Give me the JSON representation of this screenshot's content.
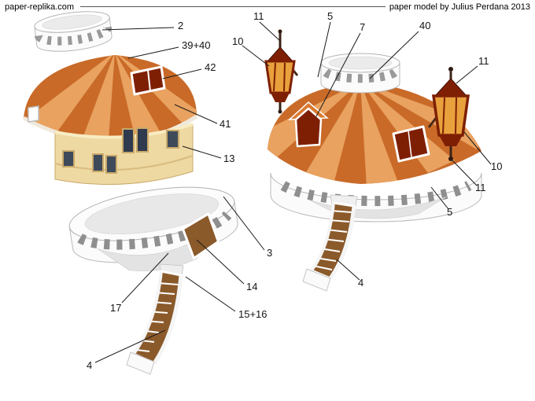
{
  "header": {
    "site": "paper-replika.com",
    "credit": "paper model by Julius Perdana 2013"
  },
  "diagram": {
    "description": "exploded and assembled views of a paper model round tree-house with striped dome roof, balustrade rings, lanterns and curved staircase",
    "exploded_labels": [
      "2",
      "39+40",
      "42",
      "41",
      "13",
      "3",
      "14",
      "15+16",
      "17",
      "4"
    ],
    "assembled_labels": [
      "11",
      "5",
      "7",
      "40",
      "10",
      "11",
      "10",
      "11",
      "5",
      "4"
    ]
  },
  "colors": {
    "roof_dark": "#C96A28",
    "roof_light": "#E9A260",
    "wall_cream": "#EED9A2",
    "maroon": "#7E1F04",
    "lantern_amber": "#E8A13C",
    "step_brown": "#8B5A2B",
    "white_part": "#FBFBFB",
    "slot_gray": "#8F8F8F"
  }
}
